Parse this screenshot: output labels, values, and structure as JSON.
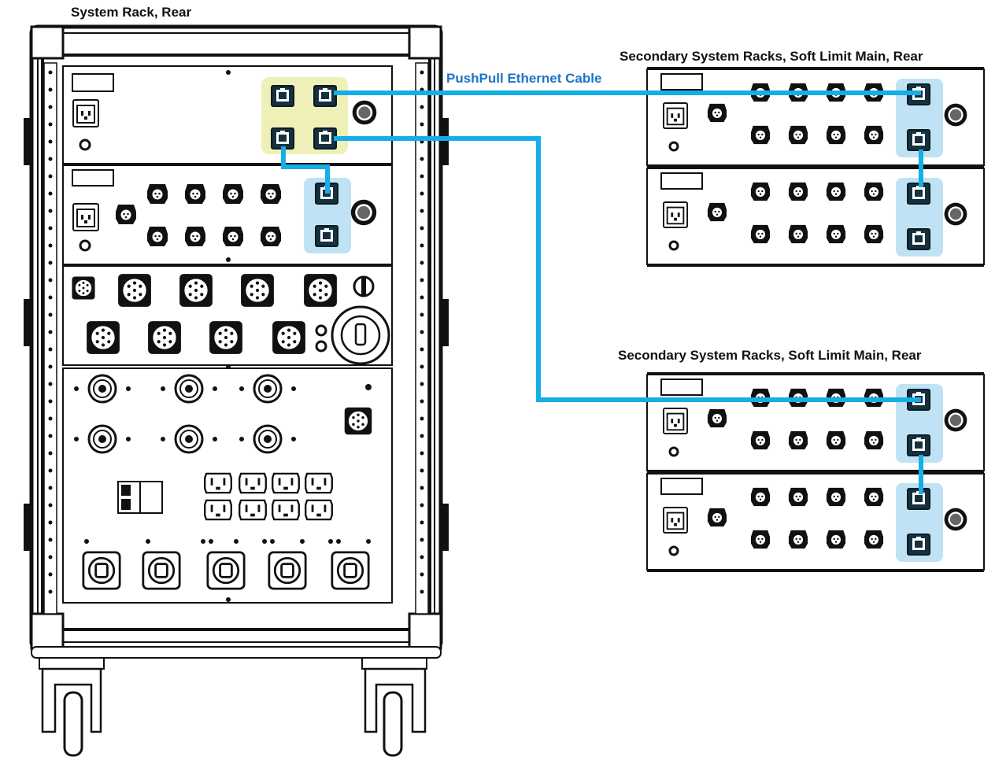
{
  "labels": {
    "main_rack": "System Rack, Rear",
    "secondary_top": "Secondary System Racks, Soft Limit Main, Rear",
    "secondary_bottom": "Secondary System Racks, Soft Limit Main, Rear",
    "cable": "PushPull Ethernet Cable"
  },
  "colors": {
    "cable": "#15aee6",
    "highlight_blue": "#bfe3f4",
    "highlight_yellow": "#eef0b8",
    "line": "#111111"
  },
  "icons": {
    "rack": "equipment-rack",
    "ethernet_port": "rj45-port-icon",
    "xlr_connector": "xlr-connector-icon",
    "iec_inlet": "iec-power-inlet-icon",
    "multipin_connector": "multipin-connector-icon",
    "outlet": "duplex-outlet-icon",
    "caster": "caster-wheel-icon"
  }
}
